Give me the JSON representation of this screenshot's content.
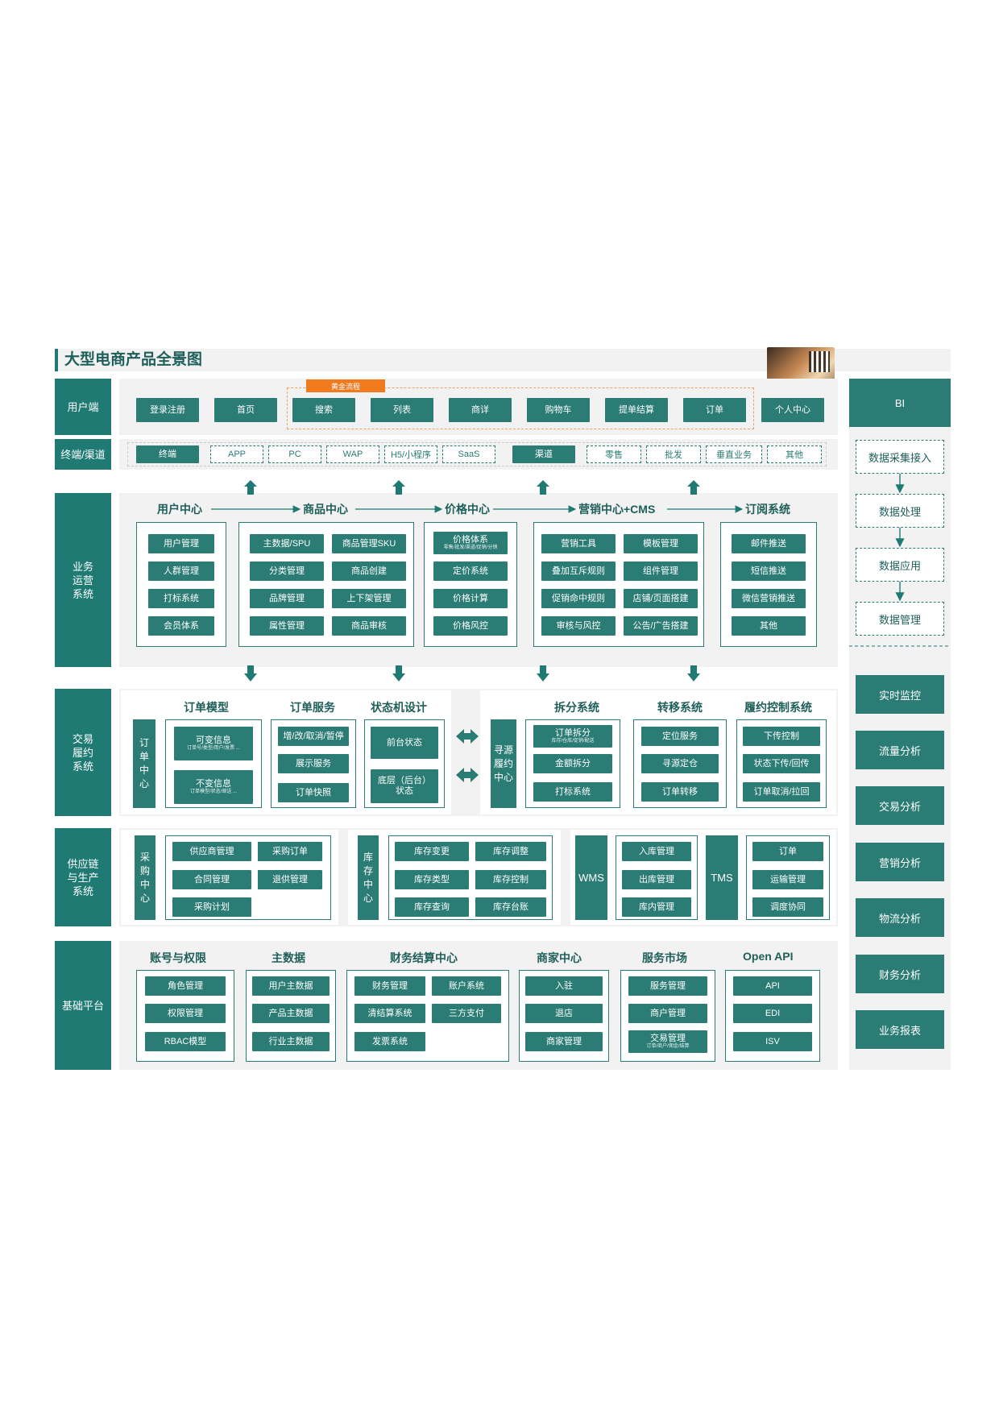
{
  "title": "大型电商产品全景图",
  "colors": {
    "accent": "#1f7a74",
    "button": "#2a7c74",
    "background": "#f2f2f2",
    "orange": "#f07a1e"
  },
  "rows": {
    "user_end": "用户端",
    "terminal": "终端/渠道",
    "business": "业务\n运营\n系统",
    "trade": "交易\n履约\n系统",
    "supply": "供应链\n与生产\n系统",
    "base": "基础平台"
  },
  "user_end": {
    "tag": "黄金流程",
    "items": [
      "登录注册",
      "首页",
      "搜索",
      "列表",
      "商详",
      "购物车",
      "提单结算",
      "订单",
      "个人中心"
    ]
  },
  "terminal": {
    "terminal_btn": "终端",
    "terminal_items": [
      "APP",
      "PC",
      "WAP",
      "H5/小程序",
      "SaaS"
    ],
    "channel_btn": "渠道",
    "channel_items": [
      "零售",
      "批发",
      "垂直业务",
      "其他"
    ]
  },
  "business": {
    "headers": [
      "用户中心",
      "商品中心",
      "价格中心",
      "营销中心+CMS",
      "订阅系统"
    ],
    "user_center": [
      "用户管理",
      "人群管理",
      "打标系统",
      "会员体系"
    ],
    "product_center": [
      "主数据/SPU",
      "商品管理SKU",
      "分类管理",
      "商品创建",
      "品牌管理",
      "上下架管理",
      "属性管理",
      "商品审核"
    ],
    "price_center": {
      "system": "价格体系",
      "system_sub": "零售/批发/渠道/促销/分销",
      "items": [
        "定价系统",
        "价格计算",
        "价格风控"
      ]
    },
    "marketing": [
      "营销工具",
      "模板管理",
      "叠加互斥规则",
      "组件管理",
      "促销命中规则",
      "店铺/页面搭建",
      "审核与风控",
      "公告/广告搭建"
    ],
    "subscribe": [
      "邮件推送",
      "短信推送",
      "微信营销推送",
      "其他"
    ]
  },
  "trade": {
    "headers_left": [
      "订单模型",
      "订单服务",
      "状态机设计"
    ],
    "headers_right": [
      "拆分系统",
      "转移系统",
      "履约控制系统"
    ],
    "order_center": "订\n单\n中\n心",
    "variable": {
      "label": "可变信息",
      "sub": "订单号/类型/用户/发票 ..."
    },
    "invariable": {
      "label": "不变信息",
      "sub": "订单模型/状态/邮送 ..."
    },
    "order_service": [
      "增/改/取消/暂停",
      "展示服务",
      "订单快照"
    ],
    "state_front": "前台状态",
    "state_back": "底层（后台）\n状态",
    "fulfill_center": "寻源\n履约\n中心",
    "split": {
      "label": "订单拆分",
      "sub": "库存/仓库/促销/配送"
    },
    "split_items": [
      "金额拆分",
      "打标系统"
    ],
    "transfer": [
      "定位服务",
      "寻源定仓",
      "订单转移"
    ],
    "control": [
      "下传控制",
      "状态下传/回传",
      "订单取消/拉回"
    ]
  },
  "supply": {
    "purchase_center": "采\n购\n中\n心",
    "purchase": [
      "供应商管理",
      "采购订单",
      "合同管理",
      "退供管理",
      "采购计划"
    ],
    "stock_center": "库\n存\n中\n心",
    "stock": [
      "库存变更",
      "库存调整",
      "库存类型",
      "库存控制",
      "库存查询",
      "库存台账"
    ],
    "wms": "WMS",
    "wms_items": [
      "入库管理",
      "出库管理",
      "库内管理"
    ],
    "tms": "TMS",
    "tms_items": [
      "订单",
      "运输管理",
      "调度协同"
    ]
  },
  "base": {
    "headers": [
      "账号与权限",
      "主数据",
      "财务结算中心",
      "商家中心",
      "服务市场",
      "Open API"
    ],
    "account": [
      "角色管理",
      "权限管理",
      "RBAC模型"
    ],
    "master": [
      "用户主数据",
      "产品主数据",
      "行业主数据"
    ],
    "finance": [
      "财务管理",
      "账户系统",
      "清结算系统",
      "三方支付",
      "发票系统"
    ],
    "merchant": [
      "入驻",
      "退店",
      "商家管理"
    ],
    "market": [
      "服务管理",
      "商户管理"
    ],
    "trade_mgmt": {
      "label": "交易管理",
      "sub": "订单/商户/佣金/结算"
    },
    "openapi": [
      "API",
      "EDI",
      "ISV"
    ]
  },
  "bi": {
    "title": "BI",
    "flow": [
      "数据采集接入",
      "数据处理",
      "数据应用",
      "数据管理"
    ],
    "reports": [
      "实时监控",
      "流量分析",
      "交易分析",
      "营销分析",
      "物流分析",
      "财务分析",
      "业务报表"
    ]
  }
}
